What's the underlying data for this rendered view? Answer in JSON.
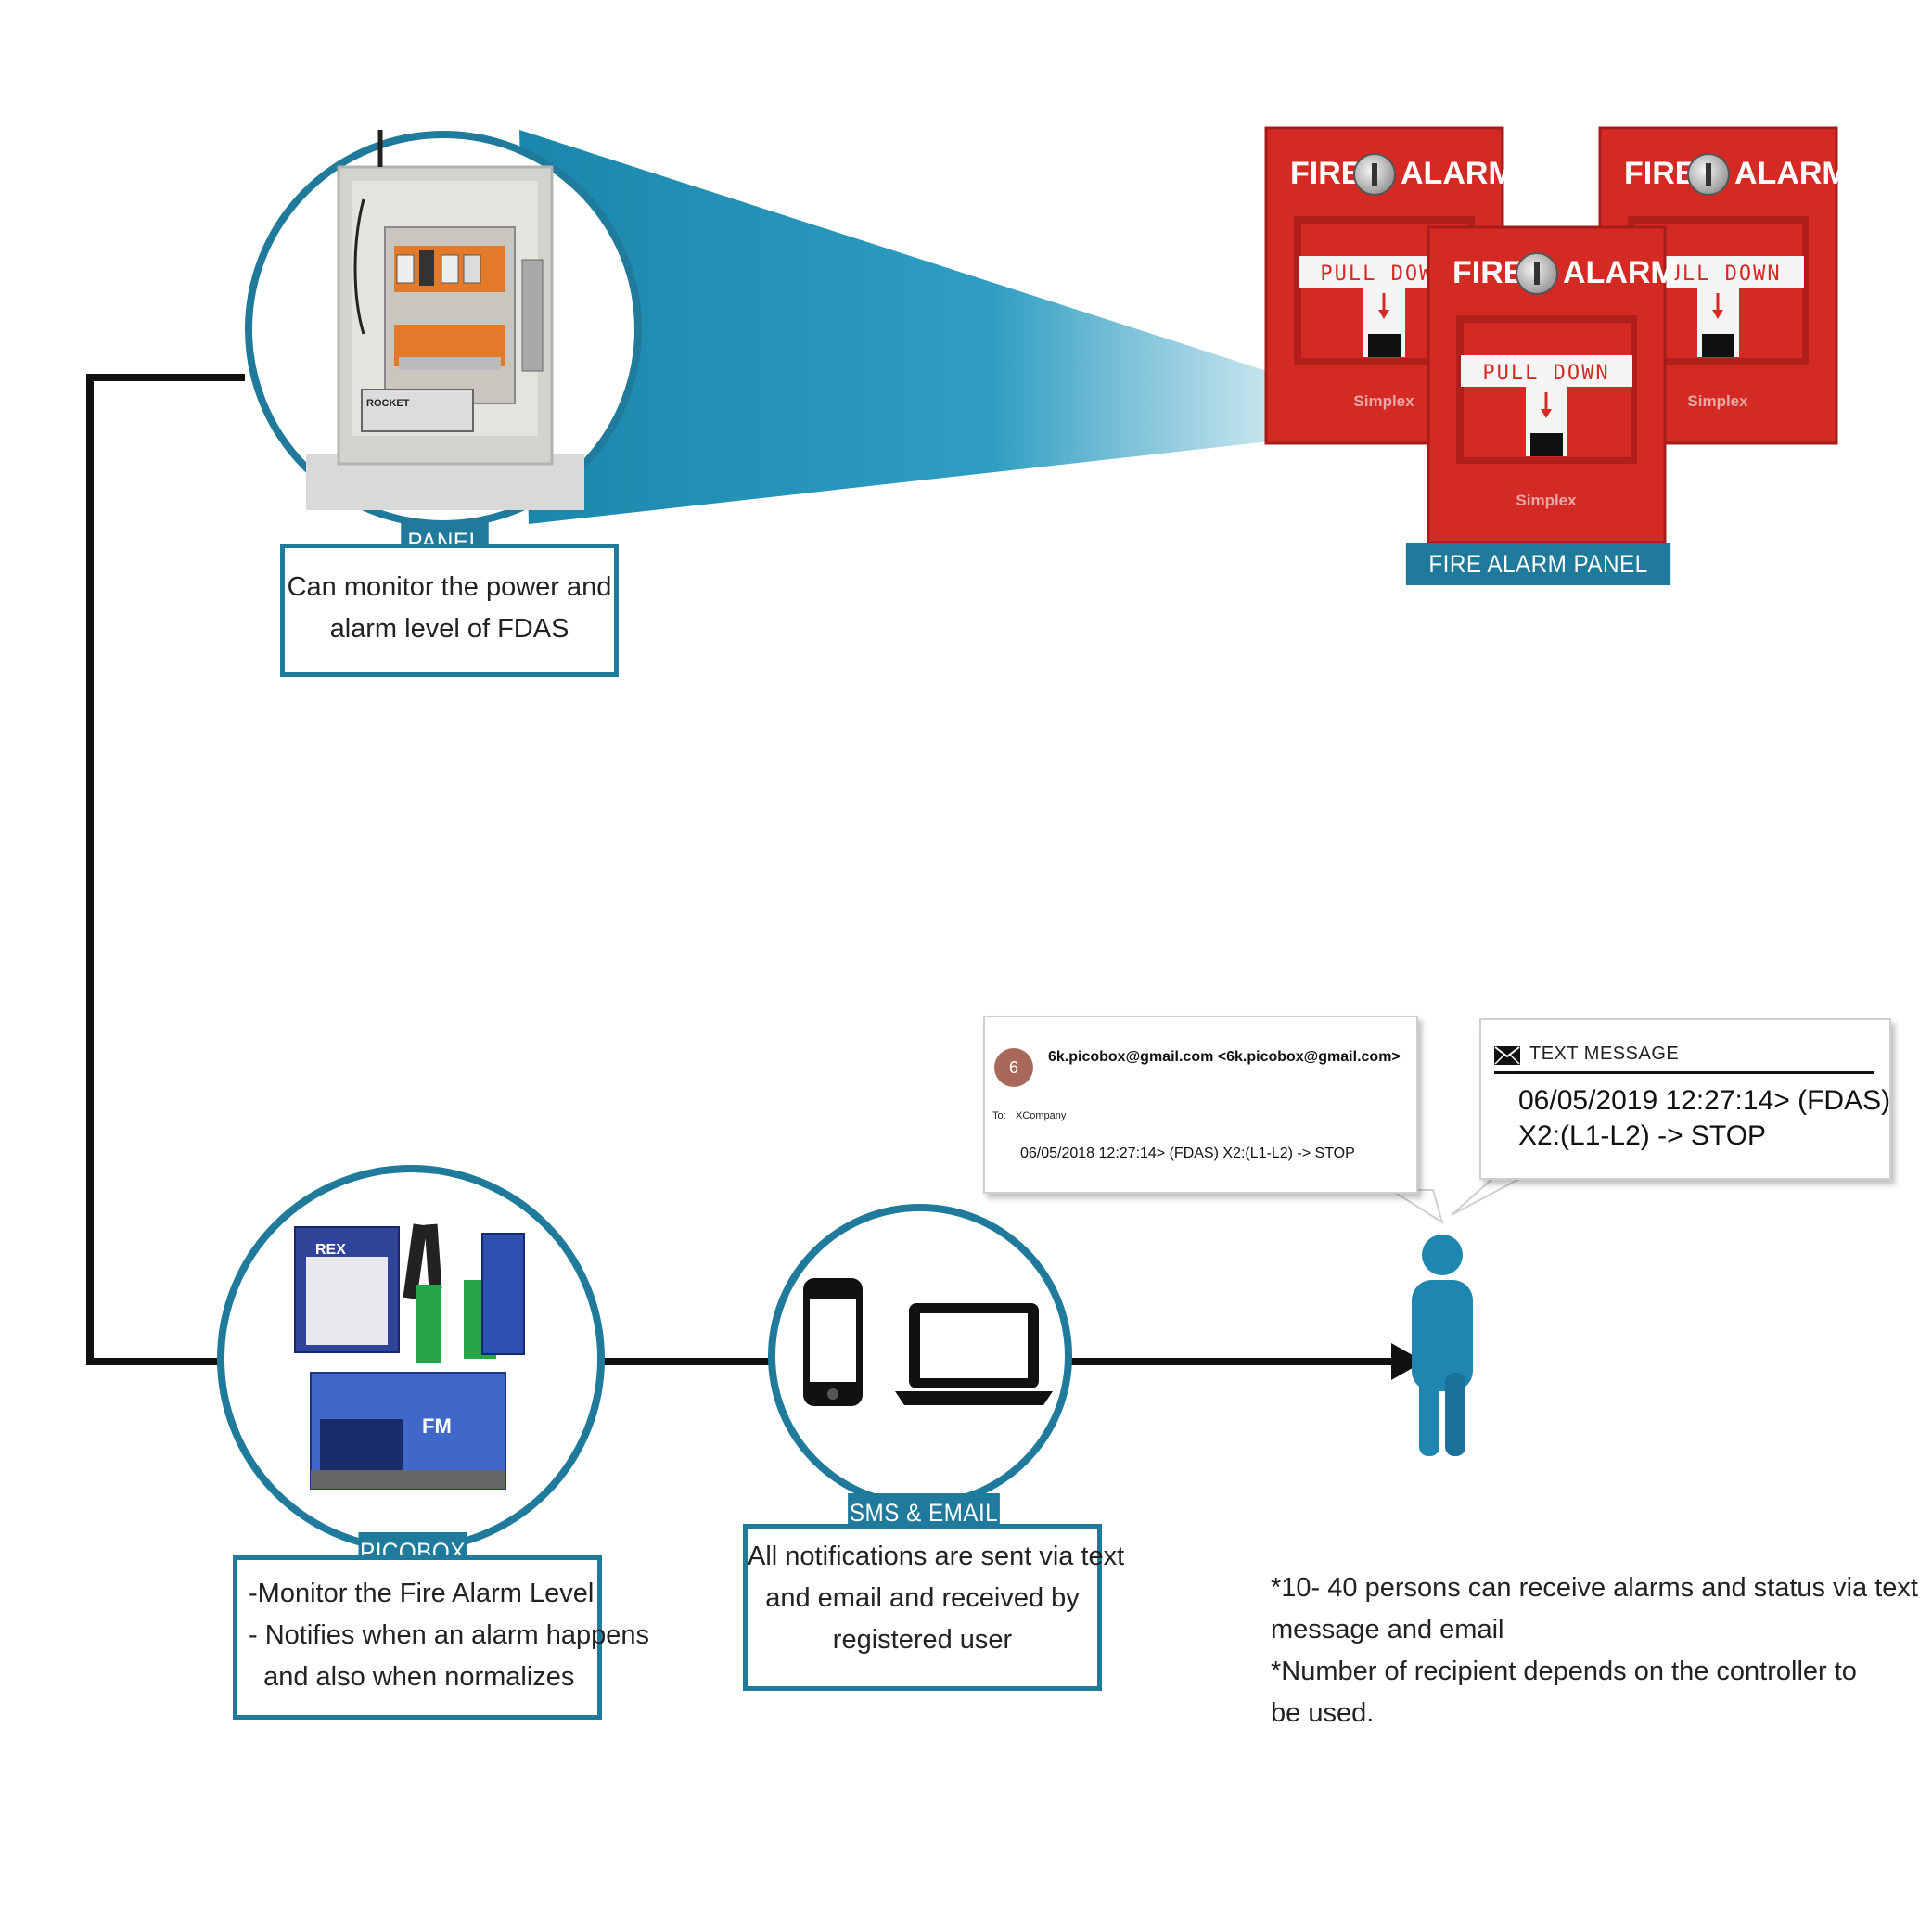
{
  "panel": {
    "tab_label": "PANEL",
    "desc_lines": [
      "Can monitor the power and",
      "alarm level of FDAS"
    ]
  },
  "fire_alarm_panel": {
    "tab_label": "FIRE ALARM PANEL",
    "station_header_left": "FIRE",
    "station_header_right": "ALARM",
    "pull_text": "PULL DOWN",
    "brand": "Simplex"
  },
  "picobox": {
    "tab_label": "PICOBOX",
    "desc_lines": [
      "-Monitor the Fire Alarm Level",
      "- Notifies when an alarm happens",
      "  and also when normalizes"
    ],
    "device_labels": [
      "REX",
      "FM"
    ]
  },
  "sms_email": {
    "tab_label": "SMS & EMAIL",
    "desc_lines": [
      "All notifications are sent via text",
      "and email and received by",
      "registered user"
    ]
  },
  "email_bubble": {
    "avatar_letter": "6",
    "from": "6k.picobox@gmail.com <6k.picobox@gmail.com>",
    "to_label": "To:",
    "to_value": "XCompany",
    "body": "06/05/2018 12:27:14> (FDAS) X2:(L1-L2) -> STOP"
  },
  "text_bubble": {
    "title": "TEXT MESSAGE",
    "line1": "06/05/2019 12:27:14> (FDAS)",
    "line2": "X2:(L1-L2) -> STOP"
  },
  "notes": [
    "*10- 40 persons can receive alarms and status via text",
    "message and email",
    "*Number of recipient depends on the controller to",
    "be used."
  ],
  "colors": {
    "accent": "#1f7a9c",
    "alarm_red": "#d42a23",
    "person": "#1f86b0",
    "line": "#111111"
  }
}
